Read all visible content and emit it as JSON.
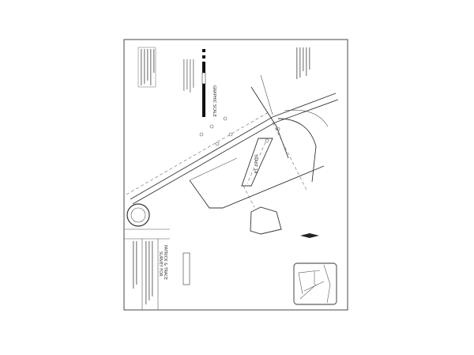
{
  "document": {
    "type": "survey plat",
    "title_block": {
      "owner": "PATRICK & TRACE",
      "heading": "SURVEY FOR"
    },
    "graphic_scale_label": "GRAPHIC SCALE",
    "tract_label": "TRACT 1A"
  },
  "colors": {
    "background": "#ffffff",
    "ink": "#333333"
  }
}
